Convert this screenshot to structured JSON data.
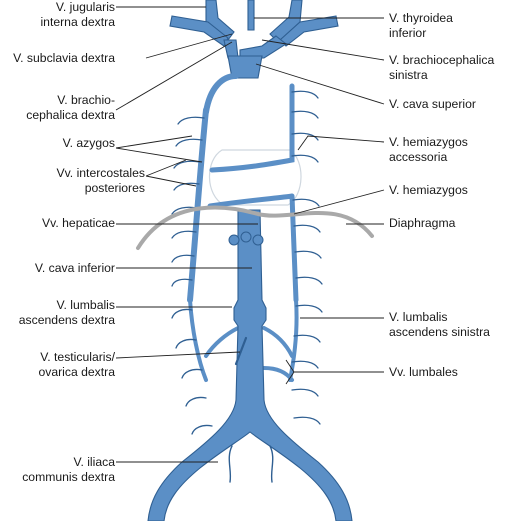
{
  "labels": {
    "jugularis_interna": [
      "V. jugularis",
      "interna dextra"
    ],
    "subclavia": [
      "V. subclavia dextra"
    ],
    "brachiocephalica_dextra": [
      "V. brachio-",
      "cephalica dextra"
    ],
    "azygos": [
      "V. azygos"
    ],
    "intercostales": [
      "Vv. intercostales",
      "posteriores"
    ],
    "hepaticae": [
      "Vv. hepaticae"
    ],
    "cava_inferior": [
      "V. cava inferior"
    ],
    "lumbalis_asc_dextra": [
      "V. lumbalis",
      "ascendens dextra"
    ],
    "testicularis": [
      "V. testicularis/",
      "ovarica dextra"
    ],
    "iliaca": [
      "V. iliaca",
      "communis dextra"
    ],
    "thyroidea": [
      "V. thyroidea",
      "inferior"
    ],
    "brachiocephalica_sinistra": [
      "V. brachiocephalica",
      "sinistra"
    ],
    "cava_superior": [
      "V. cava superior"
    ],
    "hemiazygos_accessoria": [
      "V. hemiazygos",
      "accessoria"
    ],
    "hemiazygos": [
      "V. hemiazygos"
    ],
    "diaphragma": [
      "Diaphragma"
    ],
    "lumbalis_asc_sinistra": [
      "V. lumbalis",
      "ascendens sinistra"
    ],
    "lumbales": [
      "Vv. lumbales"
    ]
  },
  "colors": {
    "vein_fill": "#5b8fc6",
    "vein_outline": "#2f5f92",
    "diaphragm": "#a9a9a9"
  }
}
